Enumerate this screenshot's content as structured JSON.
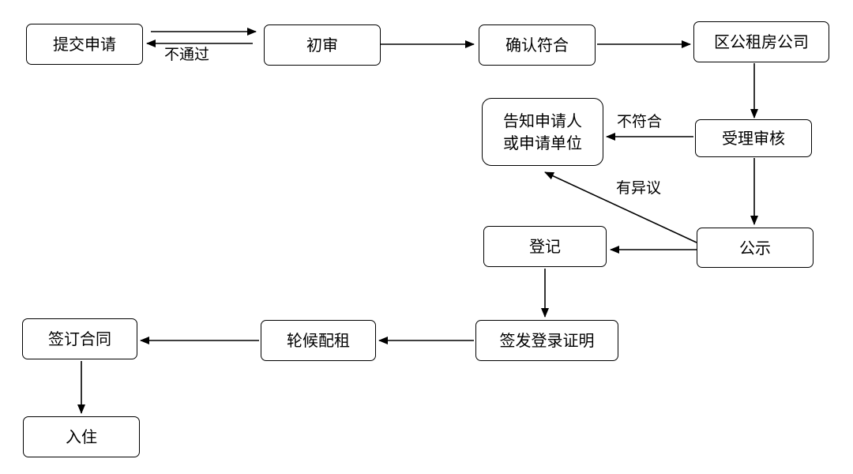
{
  "nodes": {
    "submit": "提交申请",
    "initial_review": "初审",
    "confirm_eligible": "确认符合",
    "district_company": "区公租房公司",
    "accept_review": "受理审核",
    "notify": "告知申请人\n或申请单位",
    "publicity": "公示",
    "register": "登记",
    "issue_certificate": "签发登录证明",
    "wait_allocation": "轮候配租",
    "sign_contract": "签订合同",
    "move_in": "入住"
  },
  "edge_labels": {
    "not_passed": "不通过",
    "not_eligible": "不符合",
    "objection": "有异议"
  }
}
